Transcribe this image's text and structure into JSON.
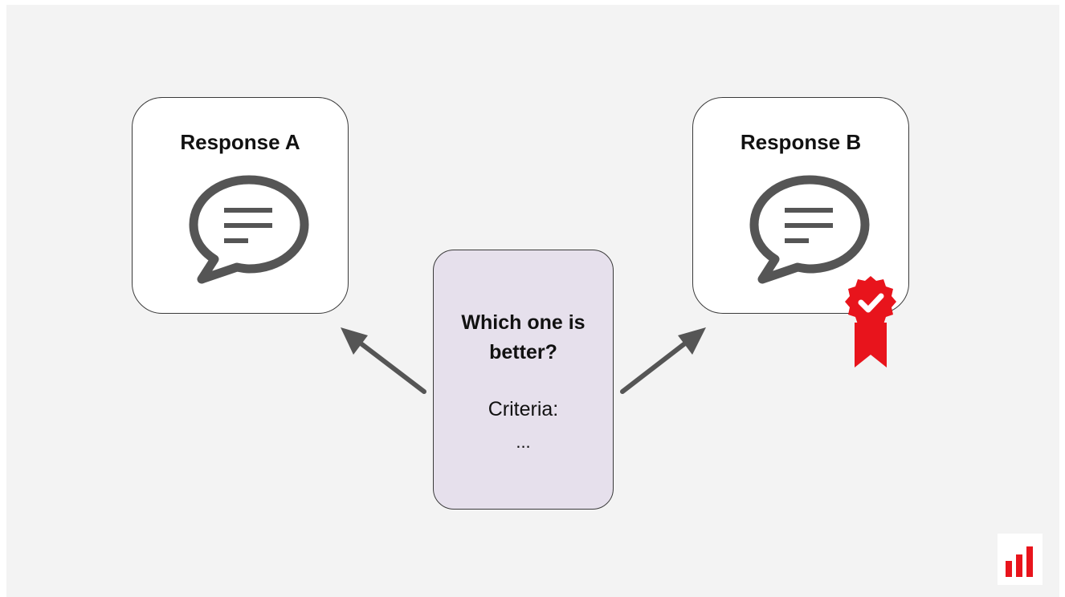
{
  "diagram": {
    "card_a": {
      "title": "Response A",
      "icon": "speech-bubble-icon"
    },
    "card_b": {
      "title": "Response B",
      "icon": "speech-bubble-icon",
      "badge": "award-checkmark-icon"
    },
    "center": {
      "question_line1": "Which one is",
      "question_line2": "better?",
      "criteria_label": "Criteria:",
      "criteria_value": "..."
    },
    "logo": "bar-chart-logo-icon"
  },
  "colors": {
    "background": "#f3f3f3",
    "card": "#ffffff",
    "center_card": "#e6e0ec",
    "icon_gray": "#555555",
    "accent_red": "#e8141c"
  }
}
